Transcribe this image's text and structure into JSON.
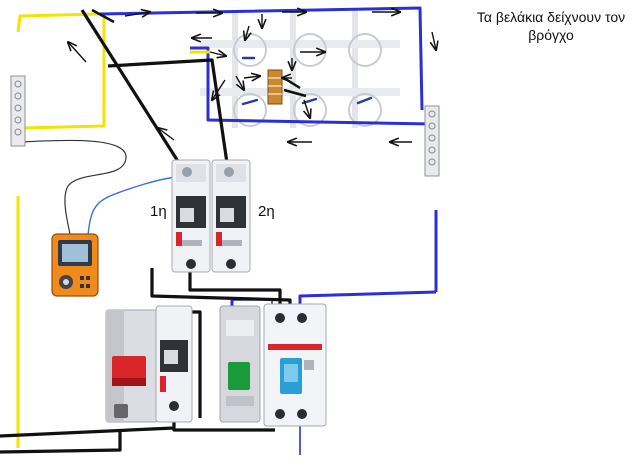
{
  "caption": {
    "line1": "Τα βελάκια δείχνουν τον",
    "line2": "βρόγχο"
  },
  "breakers": {
    "first_label": "1η",
    "second_label": "2η"
  },
  "colors": {
    "phase_wire": "#f2e400",
    "neutral_wire": "#2a2fd6",
    "earth_wire": "#111111",
    "meter_body": "#f08a1c",
    "rcd_test_button": "#2a9fd6",
    "breaker_toggle_red": "#d9262a",
    "indicator_green": "#1a9a3a"
  },
  "icons": {
    "multimeter": "multimeter-icon",
    "terminal_block": "terminal-block-icon",
    "circuit_breaker": "circuit-breaker-icon",
    "rcd": "rcd-icon",
    "socket": "wall-socket-icon"
  }
}
